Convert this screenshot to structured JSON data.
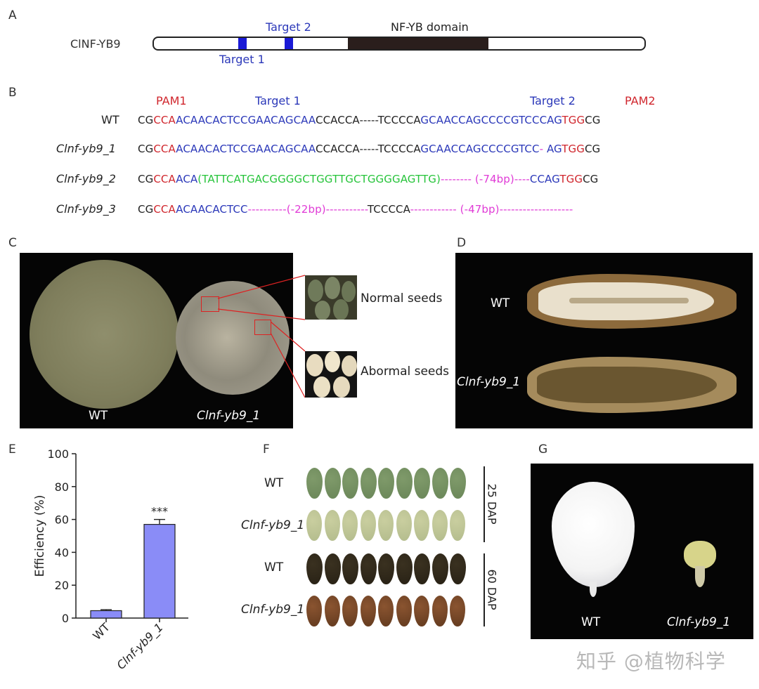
{
  "panels": {
    "A": "A",
    "B": "B",
    "C": "C",
    "D": "D",
    "E": "E",
    "F": "F",
    "G": "G"
  },
  "panelA": {
    "gene": "ClNF-YB9",
    "target1": "Target 1",
    "target2": "Target 2",
    "domain": "NF-YB domain"
  },
  "panelB": {
    "pam1": "PAM1",
    "target1": "Target 1",
    "target2": "Target 2",
    "pam2": "PAM2",
    "rows": [
      {
        "name": "WT",
        "segments": [
          {
            "t": "CG",
            "c": "blk"
          },
          {
            "t": "CCA",
            "c": "red"
          },
          {
            "t": "ACAACACTCCGAACAGCAA",
            "c": "blue"
          },
          {
            "t": "CCACCA-----TCCCCA",
            "c": "blk"
          },
          {
            "t": "GCAACCAGCCCCGTCCCAG",
            "c": "blue"
          },
          {
            "t": "TGG",
            "c": "red"
          },
          {
            "t": "CG",
            "c": "blk"
          }
        ]
      },
      {
        "name": "Clnf-yb9_1",
        "segments": [
          {
            "t": "CG",
            "c": "blk"
          },
          {
            "t": "CCA",
            "c": "red"
          },
          {
            "t": "ACAACACTCCGAACAGCAA",
            "c": "blue"
          },
          {
            "t": "CCACCA-----TCCCCA",
            "c": "blk"
          },
          {
            "t": "GCAACCAGCCCCGTCC",
            "c": "blue"
          },
          {
            "t": "-",
            "c": "mag"
          },
          {
            "t": " AG",
            "c": "blue"
          },
          {
            "t": "TGG",
            "c": "red"
          },
          {
            "t": "CG",
            "c": "blk"
          }
        ]
      },
      {
        "name": "Clnf-yb9_2",
        "segments": [
          {
            "t": "CG",
            "c": "blk"
          },
          {
            "t": "CCA",
            "c": "red"
          },
          {
            "t": "ACA",
            "c": "blue"
          },
          {
            "t": "(TATTCATGACGGGGCTGGTTGCTGGGGAGTTG)",
            "c": "green"
          },
          {
            "t": "-------- (-74bp)----",
            "c": "mag"
          },
          {
            "t": "CCAG",
            "c": "blue"
          },
          {
            "t": "TGG",
            "c": "red"
          },
          {
            "t": "CG",
            "c": "blk"
          }
        ]
      },
      {
        "name": "Clnf-yb9_3",
        "segments": [
          {
            "t": "CG",
            "c": "blk"
          },
          {
            "t": "CCA",
            "c": "red"
          },
          {
            "t": "ACAACACTCC",
            "c": "blue"
          },
          {
            "t": "----------(-22bp)-----------",
            "c": "mag"
          },
          {
            "t": "TCCCCA",
            "c": "blk"
          },
          {
            "t": "------------ (-47bp)-------------------",
            "c": "mag"
          }
        ]
      }
    ]
  },
  "panelC": {
    "wt": "WT",
    "mutant": "Clnf-yb9_1",
    "normal": "Normal seeds",
    "abnormal": "Abormal seeds"
  },
  "panelD": {
    "wt": "WT",
    "mutant": "Clnf-yb9_1"
  },
  "panelE": {
    "significance": "***"
  },
  "panelF": {
    "wt1": "WT",
    "mut1": "Clnf-yb9_1",
    "wt2": "WT",
    "mut2": "Clnf-yb9_1",
    "stage1": "25 DAP",
    "stage2": "60 DAP"
  },
  "panelG": {
    "wt": "WT",
    "mutant": "Clnf-yb9_1"
  },
  "watermark": "知乎 @植物科学",
  "chart_data": {
    "type": "bar",
    "categories": [
      "WT",
      "Clnf-yb9_1"
    ],
    "values": [
      4.5,
      57
    ],
    "errors": [
      0.6,
      3
    ],
    "ylabel": "Efficiency (%)",
    "ylim": [
      0,
      100
    ],
    "yticks": [
      0,
      20,
      40,
      60,
      80,
      100
    ],
    "bar_color": "#8a8cf7"
  }
}
